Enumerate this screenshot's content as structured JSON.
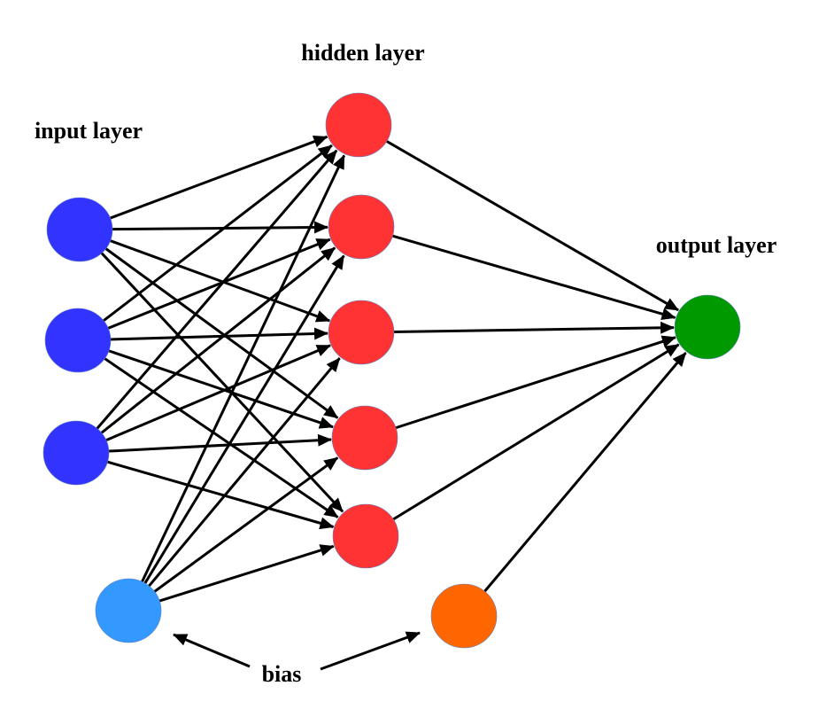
{
  "labels": {
    "hidden": "hidden layer",
    "input": "input layer",
    "output": "output layer",
    "bias": "bias"
  },
  "colors": {
    "input_node": "#3333ff",
    "bias_input_node": "#3399ff",
    "hidden_node": "#ff3333",
    "bias_hidden_node": "#ff6600",
    "output_node": "#009900",
    "edge": "#000000"
  },
  "layers": {
    "input_count": 3,
    "hidden_count": 5,
    "output_count": 1
  }
}
